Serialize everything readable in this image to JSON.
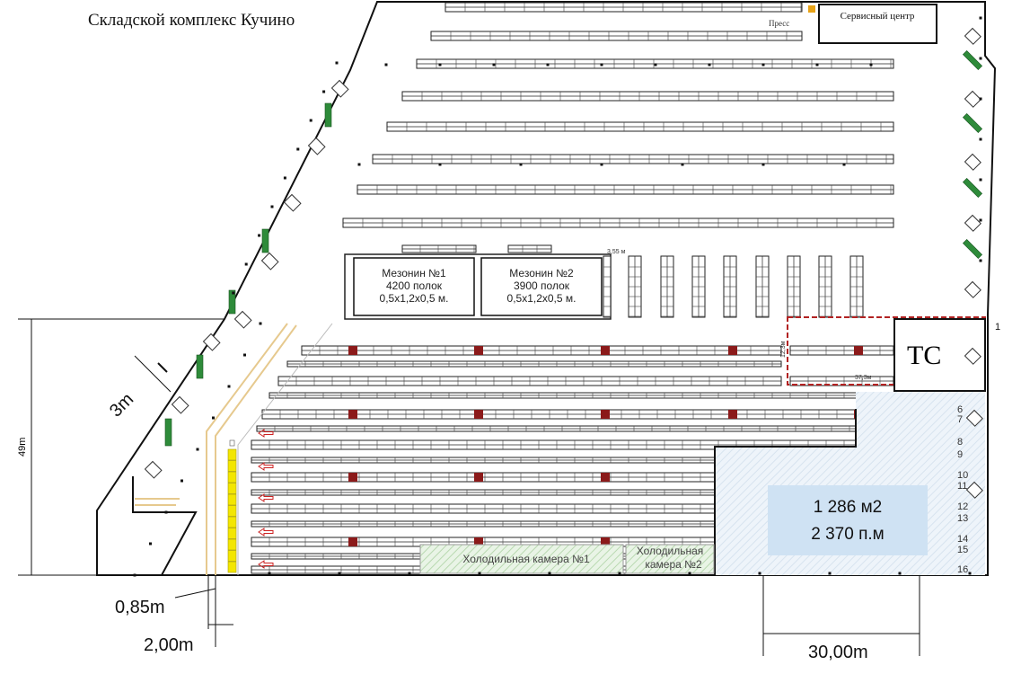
{
  "title": "Складской комплекс Кучино",
  "labels": {
    "press": "Пресс",
    "service_center": "Сервисный центр",
    "tc": "ТС",
    "corner_marker": "1"
  },
  "mezzanines": [
    {
      "name": "Мезонин №1",
      "shelves": "4200 полок",
      "size": "0,5х1,2х0,5 м."
    },
    {
      "name": "Мезонин №2",
      "shelves": "3900 полок",
      "size": "0,5х1,2х0,5 м."
    }
  ],
  "cold_rooms": {
    "room1": "Холодильная камера №1",
    "room2_line1": "Холодильная",
    "room2_line2": "камера №2"
  },
  "highlight": {
    "area": "1 286 м2",
    "length": "2 370 п.м"
  },
  "dimensions": {
    "height": "49m",
    "dock_width": "3m",
    "d1": "0,85m",
    "d2": "2,00m",
    "d3": "30,00m",
    "small1": "3,55 м",
    "small2": "12,3м",
    "small3": "37,3м"
  },
  "row_numbers": [
    "6",
    "7",
    "8",
    "9",
    "10",
    "11",
    "12",
    "13",
    "14",
    "15",
    "16"
  ],
  "colors": {
    "dock_green": "#2e8b3a",
    "yellow_bar": "#f3e600",
    "highlight_fill": "#cfe2f3",
    "hatch_green": "#cfe8c9",
    "rack_red": "#8b1a1a",
    "tc_red": "#b22222",
    "arrow_red": "#cc2222",
    "press_orange": "#e8a317"
  }
}
